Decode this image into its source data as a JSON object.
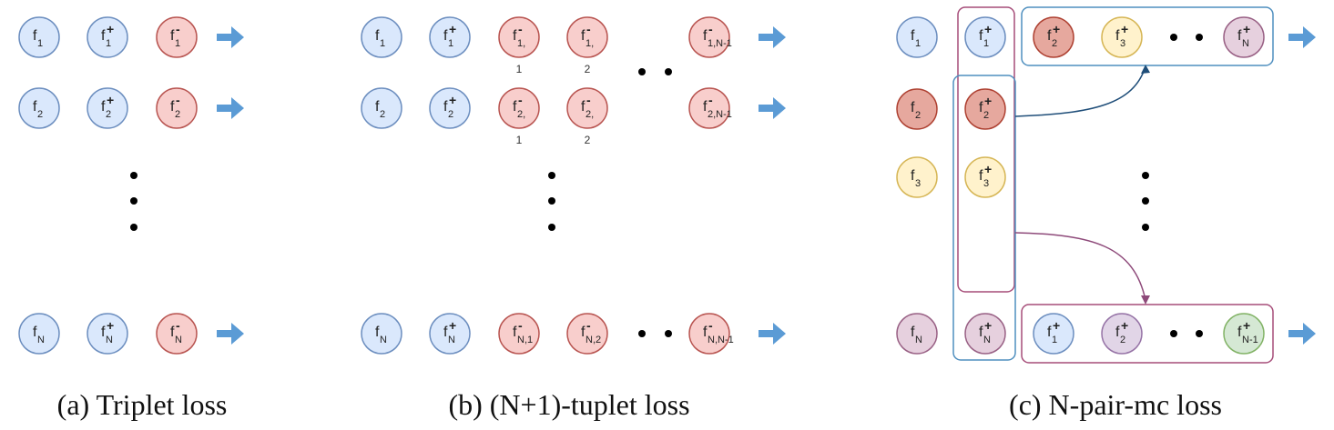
{
  "colors": {
    "blue": {
      "fill": "#dae8fc",
      "stroke": "#6c8ebf"
    },
    "red": {
      "fill": "#f8cecc",
      "stroke": "#b85450"
    },
    "darkred": {
      "fill": "#e6a89e",
      "stroke": "#ae4132"
    },
    "yellow": {
      "fill": "#fff2cc",
      "stroke": "#d6b656"
    },
    "pink": {
      "fill": "#e6d0de",
      "stroke": "#996185"
    },
    "purple": {
      "fill": "#e1d5e7",
      "stroke": "#9673a6"
    },
    "green": {
      "fill": "#d5e8d4",
      "stroke": "#82b366"
    },
    "arrow": "#5b9bd5",
    "box_purple": "#a64d79",
    "box_blue": "#4f8fbf",
    "curve_blue": "#1f4e79",
    "curve_purple": "#8e4a7a"
  },
  "icons": {
    "arrow": "block-arrow-right-icon"
  },
  "panel_a": {
    "caption": "(a) Triplet loss",
    "rows": [
      [
        {
          "base": "f",
          "sub": "1",
          "sup": "",
          "color": "blue"
        },
        {
          "base": "f",
          "sub": "1",
          "sup": "+",
          "color": "blue"
        },
        {
          "base": "f",
          "sub": "1",
          "sup": "-",
          "color": "red"
        }
      ],
      [
        {
          "base": "f",
          "sub": "2",
          "sup": "",
          "color": "blue"
        },
        {
          "base": "f",
          "sub": "2",
          "sup": "+",
          "color": "blue"
        },
        {
          "base": "f",
          "sub": "2",
          "sup": "-",
          "color": "red"
        }
      ],
      [
        {
          "base": "f",
          "sub": "N",
          "sup": "",
          "color": "blue"
        },
        {
          "base": "f",
          "sub": "N",
          "sup": "+",
          "color": "blue"
        },
        {
          "base": "f",
          "sub": "N",
          "sup": "-",
          "color": "red"
        }
      ]
    ]
  },
  "panel_b": {
    "caption": "(b) (N+1)-tuplet loss",
    "rows": [
      [
        {
          "base": "f",
          "sub": "1",
          "sup": "",
          "color": "blue"
        },
        {
          "base": "f",
          "sub": "1",
          "sup": "+",
          "color": "blue"
        },
        {
          "base": "f",
          "sub": "1,",
          "sup": "-",
          "color": "red",
          "below": "1"
        },
        {
          "base": "f",
          "sub": "1,",
          "sup": "-",
          "color": "red",
          "below": "2"
        },
        {
          "base": "f",
          "sub": "1,N-1",
          "sup": "-",
          "color": "red"
        }
      ],
      [
        {
          "base": "f",
          "sub": "2",
          "sup": "",
          "color": "blue"
        },
        {
          "base": "f",
          "sub": "2",
          "sup": "+",
          "color": "blue"
        },
        {
          "base": "f",
          "sub": "2,",
          "sup": "-",
          "color": "red",
          "below": "1"
        },
        {
          "base": "f",
          "sub": "2,",
          "sup": "-",
          "color": "red",
          "below": "2"
        },
        {
          "base": "f",
          "sub": "2,N-1",
          "sup": "-",
          "color": "red"
        }
      ],
      [
        {
          "base": "f",
          "sub": "N",
          "sup": "",
          "color": "blue"
        },
        {
          "base": "f",
          "sub": "N",
          "sup": "+",
          "color": "blue"
        },
        {
          "base": "f",
          "sub": "N,1",
          "sup": "-",
          "color": "red"
        },
        {
          "base": "f",
          "sub": "N,2",
          "sup": "-",
          "color": "red"
        },
        {
          "base": "f",
          "sub": "N,N-1",
          "sup": "-",
          "color": "red"
        }
      ]
    ]
  },
  "panel_c": {
    "caption": "(c) N-pair-mc loss",
    "anchors": [
      {
        "base": "f",
        "sub": "1",
        "sup": "",
        "color": "blue"
      },
      {
        "base": "f",
        "sub": "2",
        "sup": "",
        "color": "darkred"
      },
      {
        "base": "f",
        "sub": "3",
        "sup": "",
        "color": "yellow"
      },
      {
        "base": "f",
        "sub": "N",
        "sup": "",
        "color": "pink"
      }
    ],
    "positives": [
      {
        "base": "f",
        "sub": "1",
        "sup": "+",
        "color": "blue"
      },
      {
        "base": "f",
        "sub": "2",
        "sup": "+",
        "color": "darkred"
      },
      {
        "base": "f",
        "sub": "3",
        "sup": "+",
        "color": "yellow"
      },
      {
        "base": "f",
        "sub": "N",
        "sup": "+",
        "color": "pink"
      }
    ],
    "top_group": [
      {
        "base": "f",
        "sub": "2",
        "sup": "+",
        "color": "darkred"
      },
      {
        "base": "f",
        "sub": "3",
        "sup": "+",
        "color": "yellow"
      },
      {
        "base": "f",
        "sub": "N",
        "sup": "+",
        "color": "pink"
      }
    ],
    "bottom_group": [
      {
        "base": "f",
        "sub": "1",
        "sup": "+",
        "color": "blue"
      },
      {
        "base": "f",
        "sub": "2",
        "sup": "+",
        "color": "purple"
      },
      {
        "base": "f",
        "sub": "N-1",
        "sup": "+",
        "color": "green"
      }
    ]
  }
}
